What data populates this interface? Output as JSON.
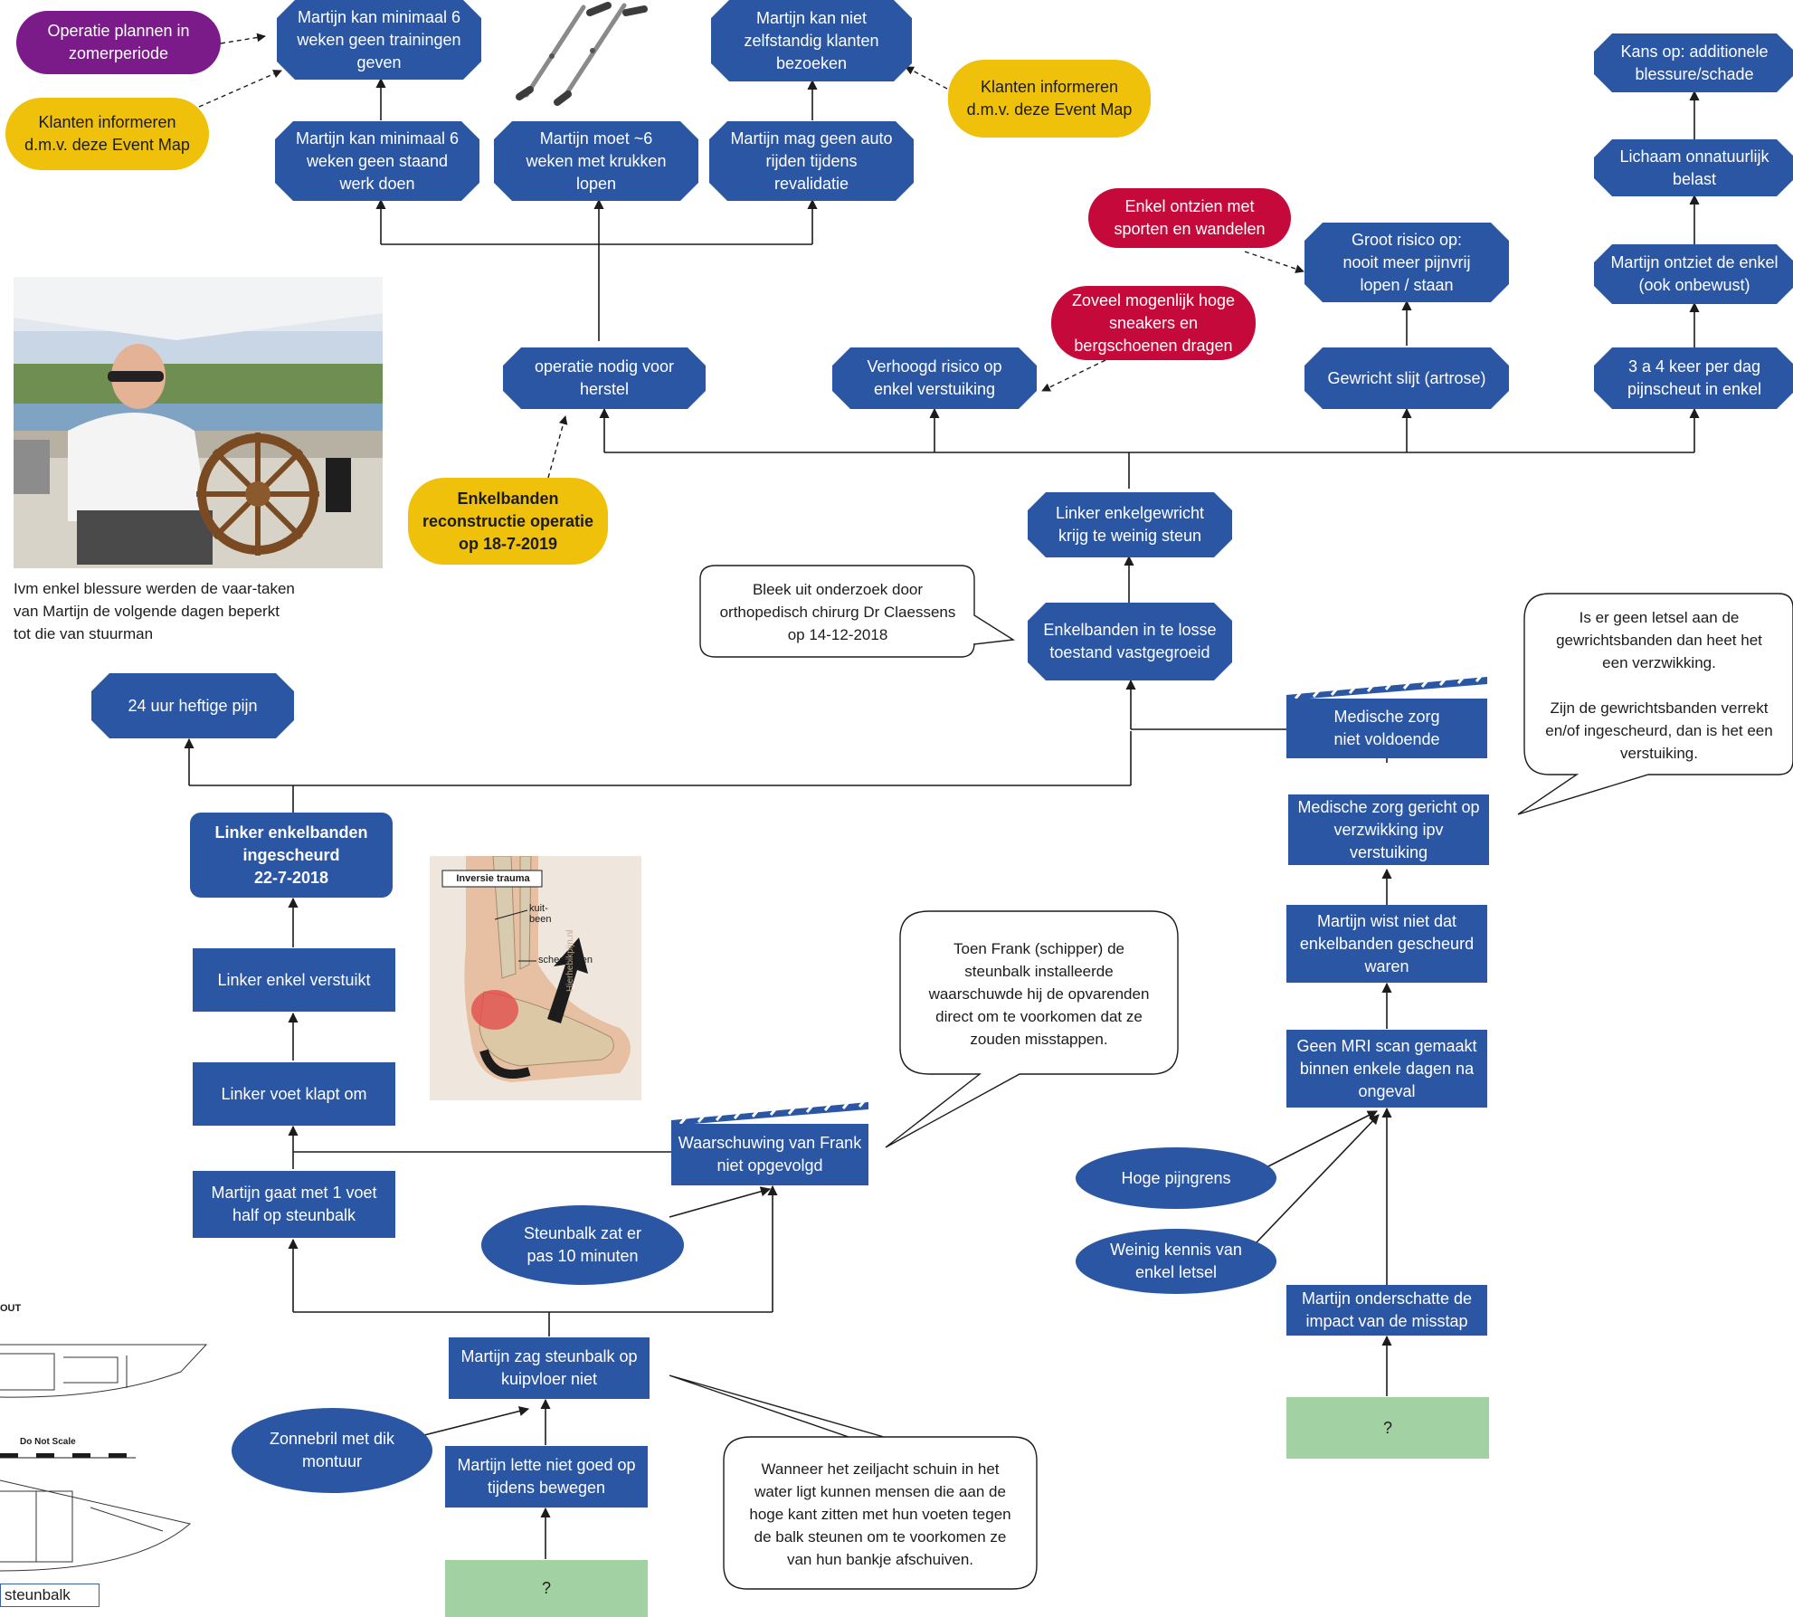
{
  "colors": {
    "node_blue": "#2a56a4",
    "purple": "#7b1a89",
    "yellow": "#efc10a",
    "red": "#c6093b",
    "green": "#a2d1a4",
    "line": "#1c1c1c"
  },
  "nodes": {
    "training": "Martijn kan minimaal 6\nweken geen trainingen\ngeven",
    "klanten_niet": "Martijn kan niet\nzelfstandig klanten\nbezoeken",
    "kans_blessure": "Kans op: additionele\nblessure/schade",
    "staand_werk": "Martijn kan minimaal 6\nweken geen  staand\nwerk doen",
    "krukken": "Martijn moet ~6\nweken met krukken\nlopen",
    "auto": "Martijn mag geen auto\nrijden tijdens\nrevalidatie",
    "onnatuurlijk": "Lichaam onnatuurlijk\nbelast",
    "ontziet": "Martijn ontziet de enkel\n(ook onbewust)",
    "groot_risico": "Groot risico op:\nnooit meer pijnvrij\nlopen / staan",
    "operatie_nodig": "operatie nodig voor\nherstel",
    "verhoogd_risico": "Verhoogd risico op\nenkel verstuiking",
    "gewricht_slijt": "Gewricht slijt (artrose)",
    "pijnscheut": "3 a 4 keer per dag\npijnscheut in enkel",
    "weinig_steun": "Linker enkelgewricht\nkrijg te weinig steun",
    "losse_toestand": "Enkelbanden in te losse\ntoestand vastgegroeid",
    "heftige_pijn": "24 uur heftige pijn",
    "medische_niet": "Medische zorg\nniet voldoende",
    "ingescheurd": "Linker enkelbanden\ningescheurd\n22-7-2018",
    "medische_gericht": "Medische zorg gericht op\nverzwikking ipv\nverstuiking",
    "wist_niet": "Martijn wist niet dat\nenkelbanden gescheurd\nwaren",
    "verstuikt": "Linker enkel verstuikt",
    "mri": "Geen MRI scan gemaakt\nbinnen enkele dagen na\nongeval",
    "voet_klapt": "Linker voet klapt om",
    "waarschuwing": "Waarschuwing van Frank\nniet opgevolgd",
    "half_steunbalk": "Martijn gaat met 1 voet\nhalf op steunbalk",
    "onderschatte": "Martijn onderschatte de\nimpact van de misstap",
    "zag_steunbalk": "Martijn zag steunbalk op\nkuipvloer niet",
    "lette_niet": "Martijn lette niet goed op\ntijdens bewegen",
    "q_left": "?",
    "q_right": "?"
  },
  "ellipses": {
    "steunbalk_10": "Steunbalk zat er\npas 10 minuten",
    "pijngrens": "Hoge pijngrens",
    "weinig_kennis": "Weinig kennis van\nenkel letsel",
    "zonnebril": "Zonnebril met dik\nmontuur"
  },
  "pills": {
    "operatie_plannen": "Operatie plannen in\nzomerperiode",
    "klanten_info_left": "Klanten informeren\nd.m.v. deze Event Map",
    "klanten_info_right": "Klanten informeren\nd.m.v. deze Event Map",
    "enkel_ontzien": "Enkel ontzien met\nsporten en wandelen",
    "sneakers": "Zoveel mogenlijk hoge\nsneakers en\nbergschoenen dragen",
    "reconstructie": "Enkelbanden\nreconstructie operatie\nop 18-7-2019"
  },
  "callouts": {
    "onderzoek": "Bleek uit onderzoek door\northopedisch chirurg Dr Claessens\nop 14-12-2018",
    "letsel": "Is er geen letsel aan de\ngewrichtsbanden dan heet het\neen verzwikking.\n\nZijn de gewrichtsbanden verrekt\nen/of ingescheurd, dan is het een\nverstuiking.",
    "frank": "Toen Frank (schipper) de\nsteunbalk installeerde\nwaarschuwde hij de opvarenden\ndirect om te voorkomen dat ze\nzouden misstappen.",
    "zeiljacht": "Wanneer het zeiljacht schuin in het\nwater ligt kunnen mensen die aan de\nhoge kant zitten met hun voeten tegen\nde balk steunen om te voorkomen ze\nvan hun bankje afschuiven."
  },
  "photo_caption": "Ivm enkel blessure werden de vaar-taken\nvan Martijn de volgende dagen beperkt\ntot die van stuurman",
  "anatomy": {
    "title": "Inversie trauma",
    "kuitbeen": "kuit-\nbeen",
    "scheenbeen": "scheenbeen",
    "watermark": "Hierhebikpijn.nl"
  },
  "boat": {
    "corner_label": "OUT",
    "scale_label": "Do Not Scale",
    "steunbalk_label": "steunbalk"
  }
}
